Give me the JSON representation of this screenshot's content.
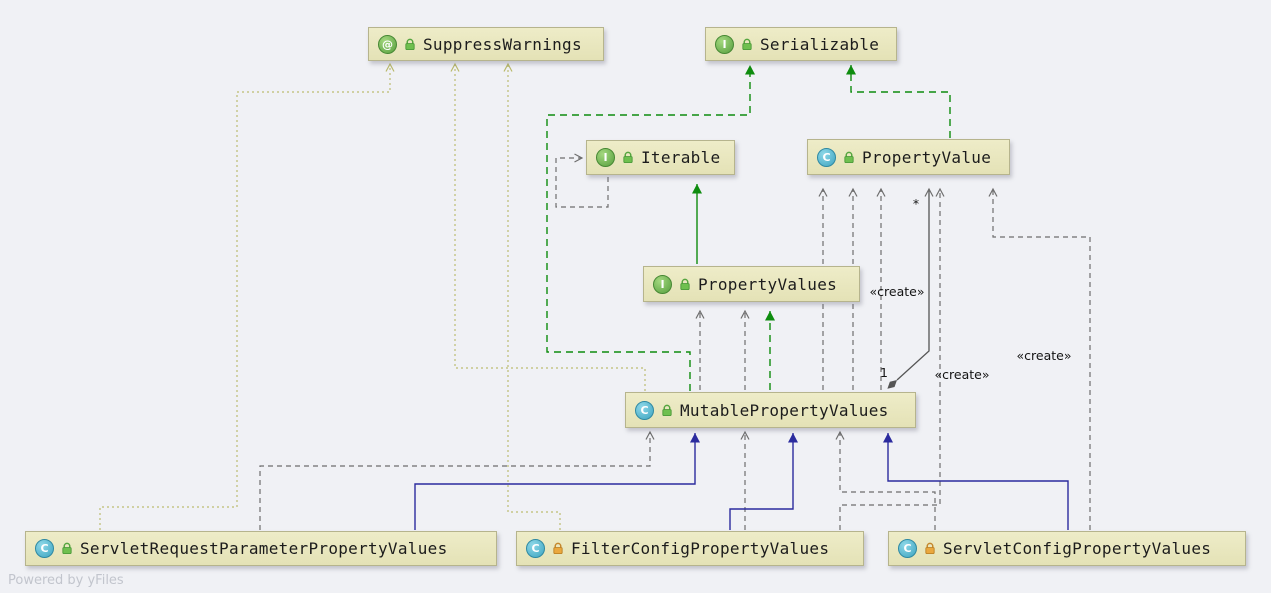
{
  "diagram": {
    "background_color": "#f0f1f5",
    "node_fill_color": "#e8e6bf",
    "node_border_color": "#b6b48d",
    "extends_edge_color": "#2b2b9e",
    "implements_edge_color": "#0e8c0e",
    "dependency_edge_color": "#6e6e6e",
    "annotation_edge_color": "#bcbc72",
    "class_icon_color": "#3da4c0",
    "interface_icon_color": "#569f3e"
  },
  "nodes": [
    {
      "id": "suppress-warnings",
      "badge": "@",
      "kind": "annotation",
      "visibility": "public",
      "label": "SuppressWarnings"
    },
    {
      "id": "serializable",
      "badge": "I",
      "kind": "interface",
      "visibility": "public",
      "label": "Serializable"
    },
    {
      "id": "iterable",
      "badge": "I",
      "kind": "interface",
      "visibility": "public",
      "label": "Iterable"
    },
    {
      "id": "property-value",
      "badge": "C",
      "kind": "class",
      "visibility": "public",
      "label": "PropertyValue"
    },
    {
      "id": "property-values",
      "badge": "I",
      "kind": "interface",
      "visibility": "public",
      "label": "PropertyValues"
    },
    {
      "id": "mutable-property-values",
      "badge": "C",
      "kind": "class",
      "visibility": "public",
      "label": "MutablePropertyValues"
    },
    {
      "id": "servlet-request-parameter-property-values",
      "badge": "C",
      "kind": "class",
      "visibility": "public",
      "label": "ServletRequestParameterPropertyValues"
    },
    {
      "id": "filter-config-property-values",
      "badge": "C",
      "kind": "class",
      "visibility": "package-private",
      "label": "FilterConfigPropertyValues"
    },
    {
      "id": "servlet-config-property-values",
      "badge": "C",
      "kind": "class",
      "visibility": "package-private",
      "label": "ServletConfigPropertyValues"
    }
  ],
  "edge_labels": {
    "create_1": "«create»",
    "create_2": "«create»",
    "create_3": "«create»",
    "multiplicity_source": "1",
    "multiplicity_target": "*"
  },
  "footer": {
    "text": "Powered by ",
    "link_text": "yFiles"
  }
}
